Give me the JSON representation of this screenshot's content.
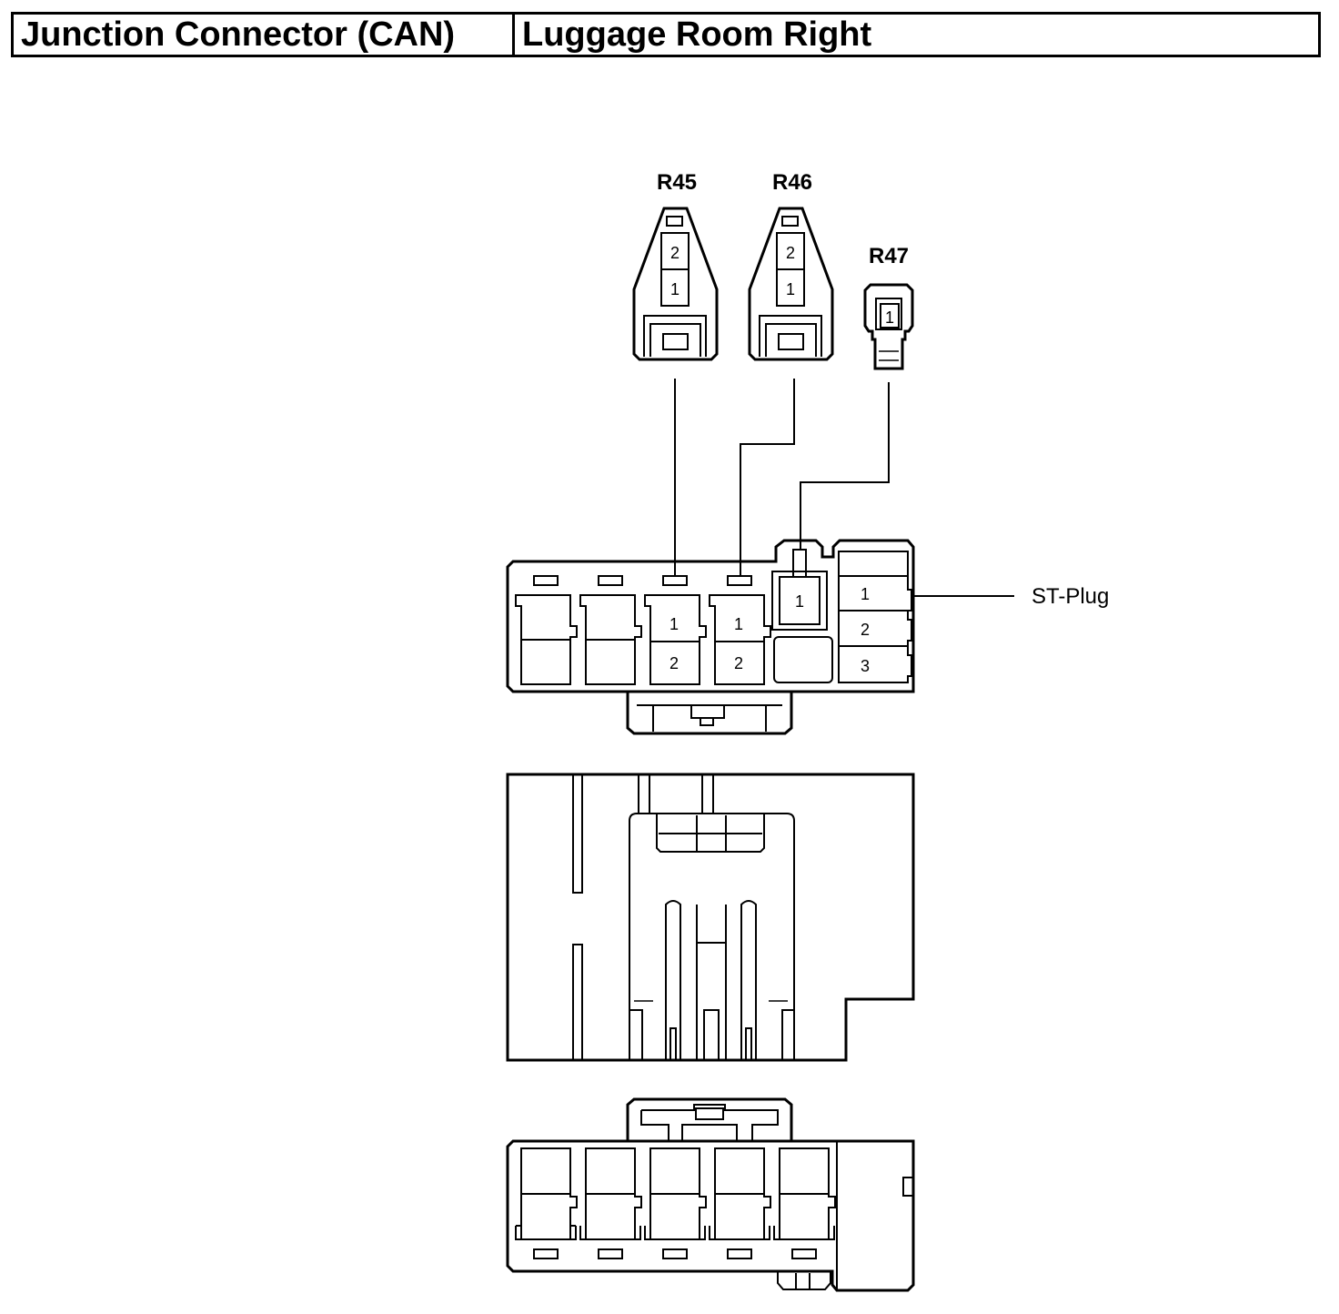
{
  "header": {
    "component": "Junction Connector (CAN)",
    "location": "Luggage Room Right"
  },
  "connectors": {
    "r45": {
      "label": "R45",
      "pins": [
        "2",
        "1"
      ]
    },
    "r46": {
      "label": "R46",
      "pins": [
        "2",
        "1"
      ]
    },
    "r47": {
      "label": "R47",
      "pins": [
        "1"
      ]
    }
  },
  "junction_block": {
    "cavity_a": {
      "pins": [
        "1",
        "2"
      ]
    },
    "cavity_b": {
      "pins": [
        "1",
        "2"
      ]
    },
    "cavity_c": {
      "pins": [
        "1"
      ]
    },
    "st_plug": {
      "label": "ST-Plug",
      "pins": [
        "1",
        "2",
        "3"
      ]
    }
  }
}
